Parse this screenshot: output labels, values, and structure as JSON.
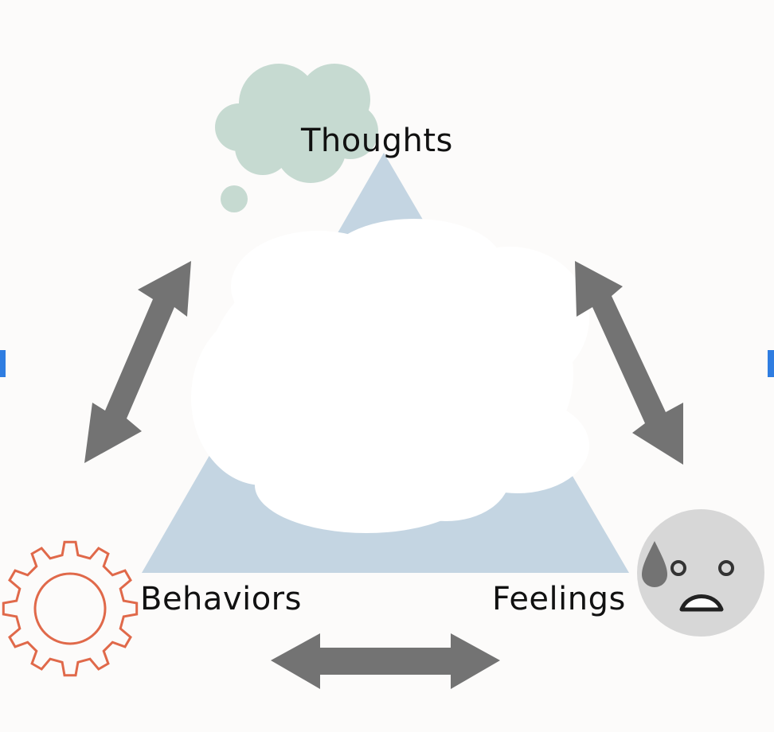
{
  "nodes": {
    "thoughts": {
      "label": "Thoughts",
      "icon": "thought-cloud-icon"
    },
    "behaviors": {
      "label": "Behaviors",
      "icon": "gear-icon"
    },
    "feelings": {
      "label": "Feelings",
      "icon": "sad-face-icon"
    }
  },
  "colors": {
    "background": "#fcfbfa",
    "triangle": "#c4d5e2",
    "thought_cloud": "#c6dad1",
    "arrow": "#737373",
    "gear_stroke": "#e0694a",
    "face_fill": "#d7d7d7",
    "face_features": "#333333",
    "edge_marker": "#2f7de1"
  }
}
